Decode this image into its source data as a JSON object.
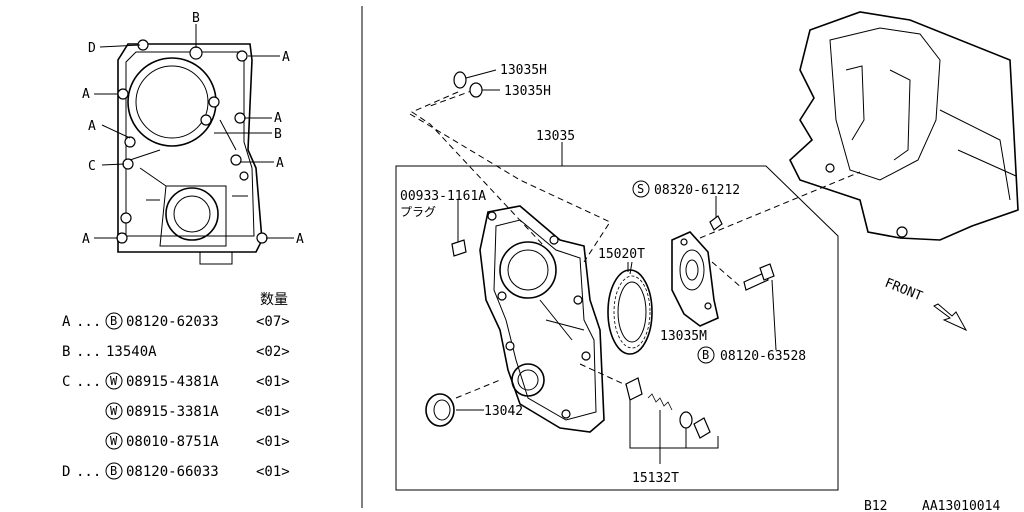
{
  "callouts": {
    "left_B_top": "B",
    "left_D": "D",
    "left_A_1": "A",
    "left_A_2": "A",
    "left_A_3": "A",
    "left_A_4": "A",
    "left_B_mid": "B",
    "left_A_5": "A",
    "left_C": "C",
    "left_A_6": "A",
    "left_A_7": "A"
  },
  "legend": {
    "qty_header": "数量",
    "rows": [
      {
        "key": "A",
        "dots": "...",
        "prefix": "B",
        "part": "08120-62033",
        "qty": "<07>"
      },
      {
        "key": "B",
        "dots": "...",
        "prefix": "",
        "part": "13540A",
        "qty": "<02>"
      },
      {
        "key": "C",
        "dots": "...",
        "prefix": "W",
        "part": "08915-4381A",
        "qty": "<01>"
      },
      {
        "key": "",
        "dots": "",
        "prefix": "W",
        "part": "08915-3381A",
        "qty": "<01>"
      },
      {
        "key": "",
        "dots": "",
        "prefix": "W",
        "part": "08010-8751A",
        "qty": "<01>"
      },
      {
        "key": "D",
        "dots": "...",
        "prefix": "B",
        "part": "08120-66033",
        "qty": "<01>"
      }
    ]
  },
  "parts": {
    "p13035H_1": "13035H",
    "p13035H_2": "13035H",
    "p13035": "13035",
    "p00933": "00933-1161A",
    "plug": "プラグ",
    "p08320_prefix": "S",
    "p08320": "08320-61212",
    "p15020T": "15020T",
    "p13035M": "13035M",
    "p08120_prefix": "B",
    "p08120": "08120-63528",
    "p13042": "13042",
    "p15132T": "15132T",
    "front": "FRONT"
  },
  "footer": {
    "page": "B12",
    "code": "AA13010014"
  }
}
